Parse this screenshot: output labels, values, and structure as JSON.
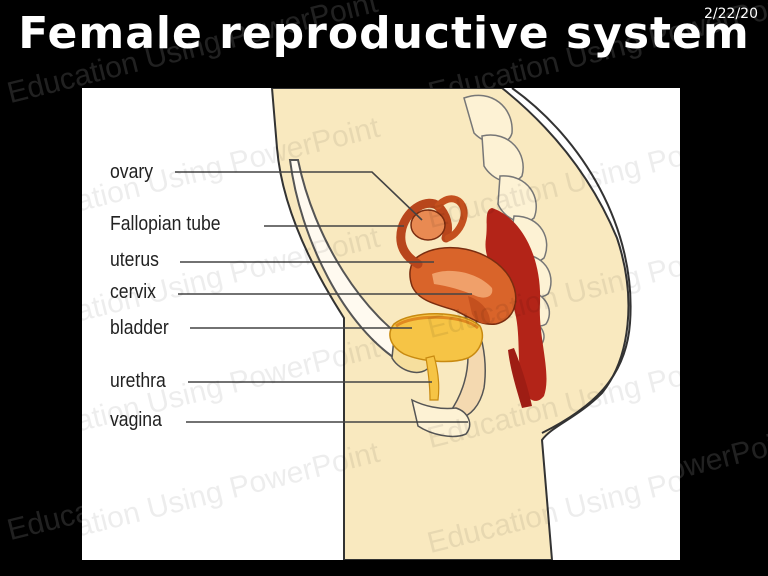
{
  "slide": {
    "title": "Female reproductive system",
    "date": "2/22/20"
  },
  "watermark": "Education Using PowerPoint",
  "labels": {
    "ovary": "ovary",
    "fallopian_tube": "Fallopian tube",
    "uterus": "uterus",
    "cervix": "cervix",
    "bladder": "bladder",
    "urethra": "urethra",
    "vagina": "vagina"
  },
  "colors": {
    "skin": "#f9e9bf",
    "organ": "#d9642a",
    "rectum": "#b32418",
    "bladder": "#f6c445",
    "outline": "#333333"
  }
}
